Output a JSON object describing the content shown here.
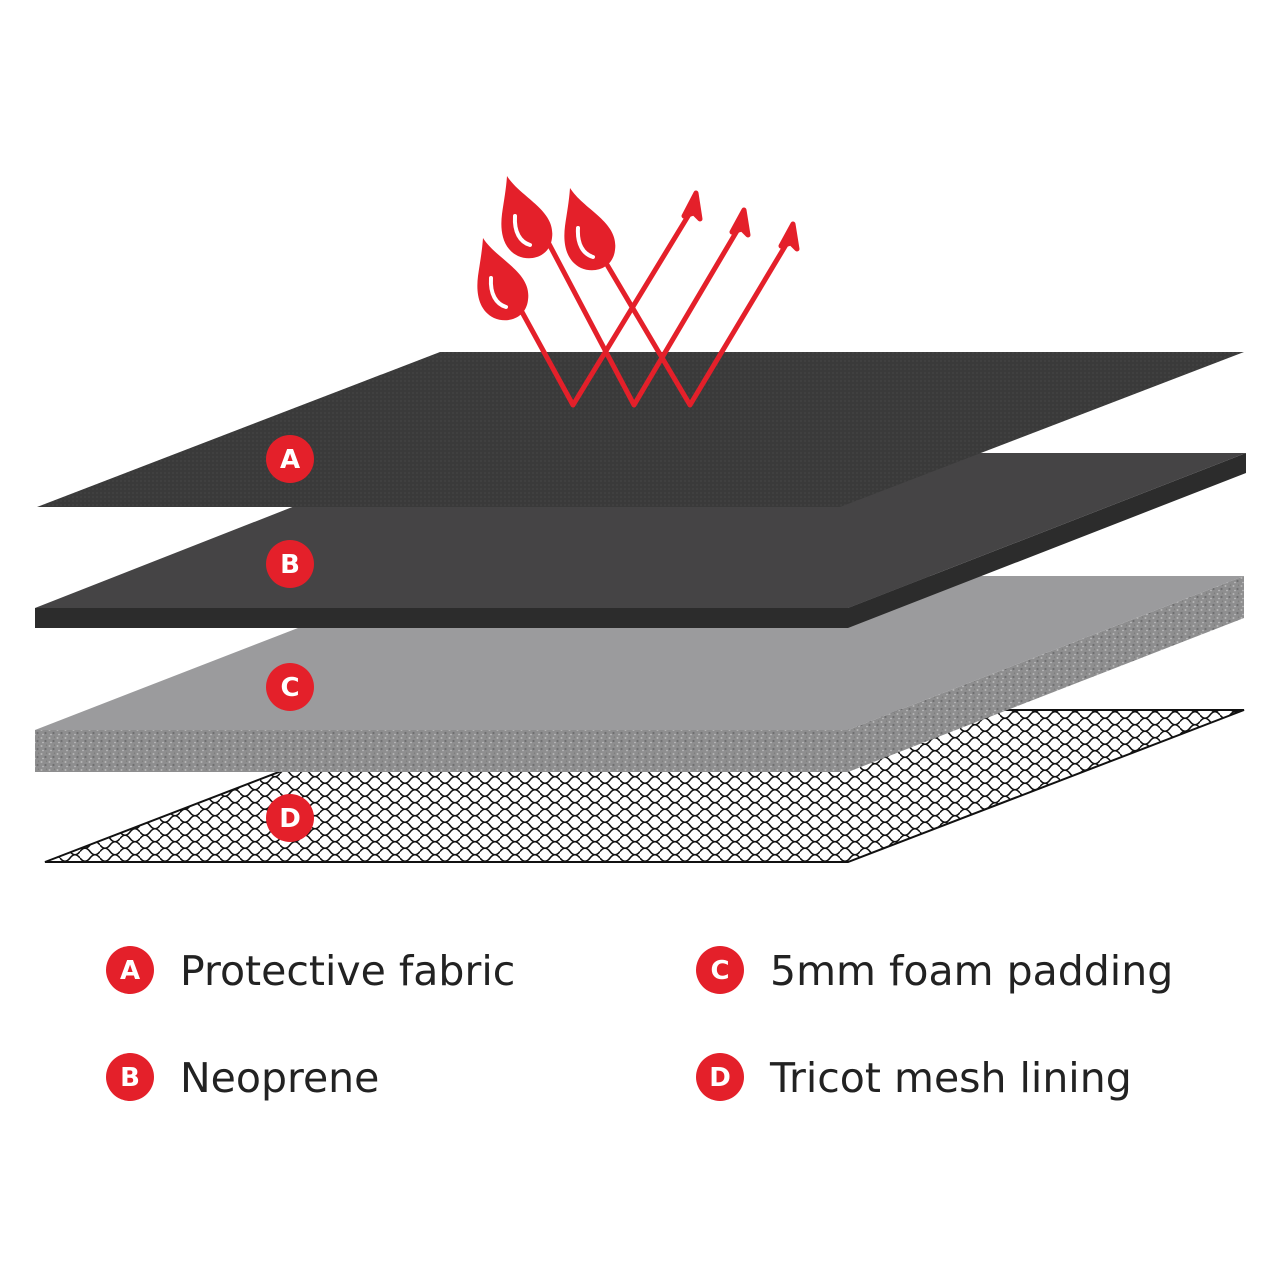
{
  "diagram": {
    "layers": [
      {
        "letter": "A",
        "label": "Protective fabric",
        "color": "#3a3a3a"
      },
      {
        "letter": "B",
        "label": "Neoprene",
        "color": "#454445"
      },
      {
        "letter": "C",
        "label": "5mm foam padding",
        "color": "#9b9b9d"
      },
      {
        "letter": "D",
        "label": "Tricot mesh lining",
        "color": "#ffffff"
      }
    ],
    "accent_color": "#e4202a",
    "icons": [
      "water-drop-icon",
      "reflect-arrow-icon"
    ]
  }
}
